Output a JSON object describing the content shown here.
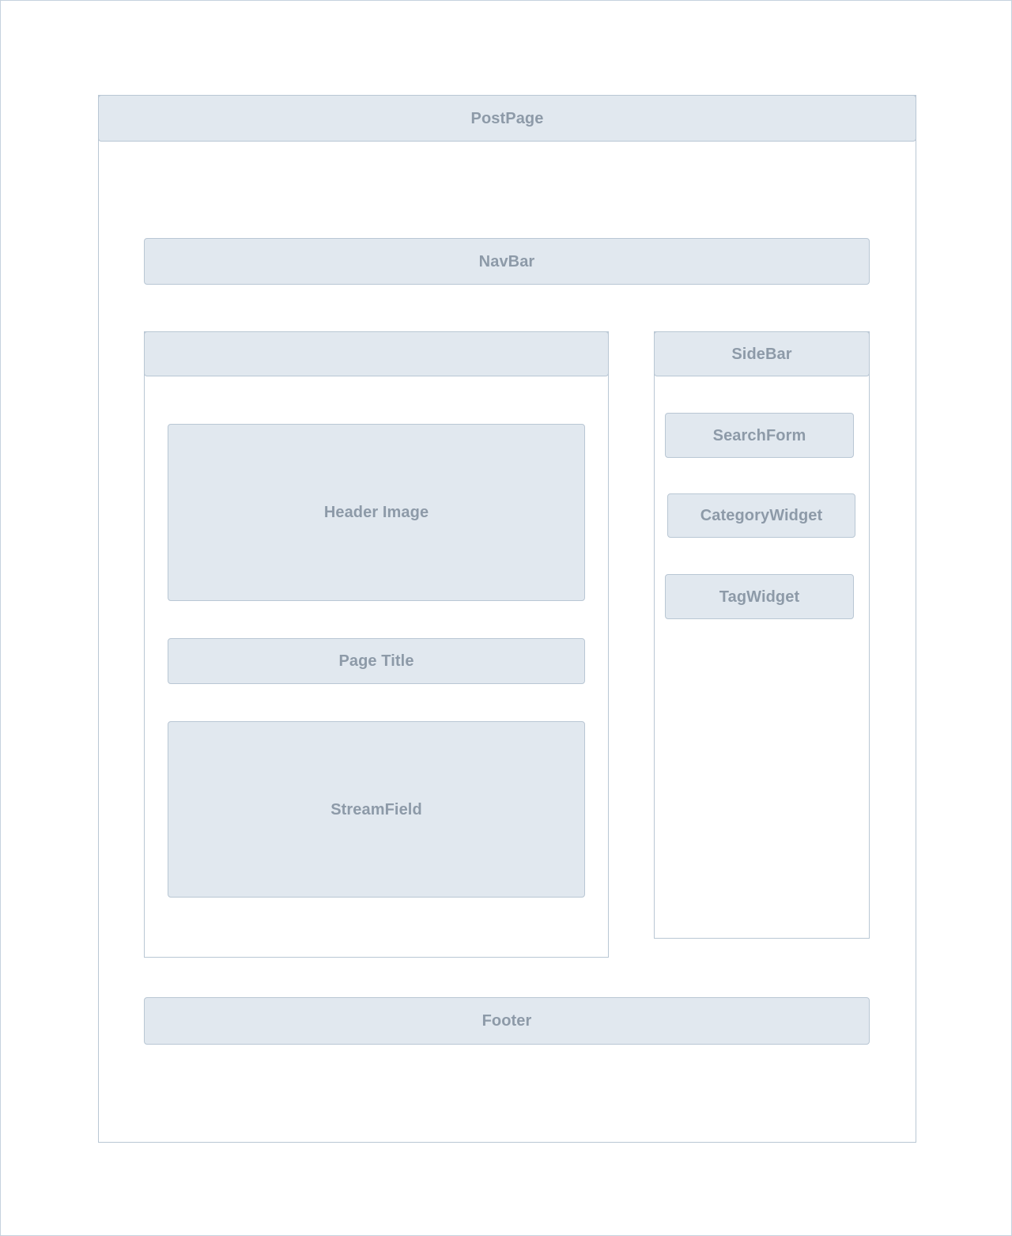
{
  "diagram": {
    "type": "component-hierarchy-wireframe",
    "colors": {
      "node_fill": "#e1e8ef",
      "node_border": "#b9c7d4",
      "container_border": "#b9c7d4",
      "canvas_border": "#c6d2de",
      "label_text": "#8d9aa8",
      "background": "#ffffff"
    },
    "root": {
      "label": "PostPage"
    },
    "nodes": {
      "navbar": {
        "label": "NavBar"
      },
      "main_column": {
        "label": ""
      },
      "header_image": {
        "label": "Header Image"
      },
      "page_title": {
        "label": "Page Title"
      },
      "streamfield": {
        "label": "StreamField"
      },
      "sidebar": {
        "label": "SideBar"
      },
      "search_form": {
        "label": "SearchForm"
      },
      "category_widget": {
        "label": "CategoryWidget"
      },
      "tag_widget": {
        "label": "TagWidget"
      },
      "footer": {
        "label": "Footer"
      }
    }
  }
}
